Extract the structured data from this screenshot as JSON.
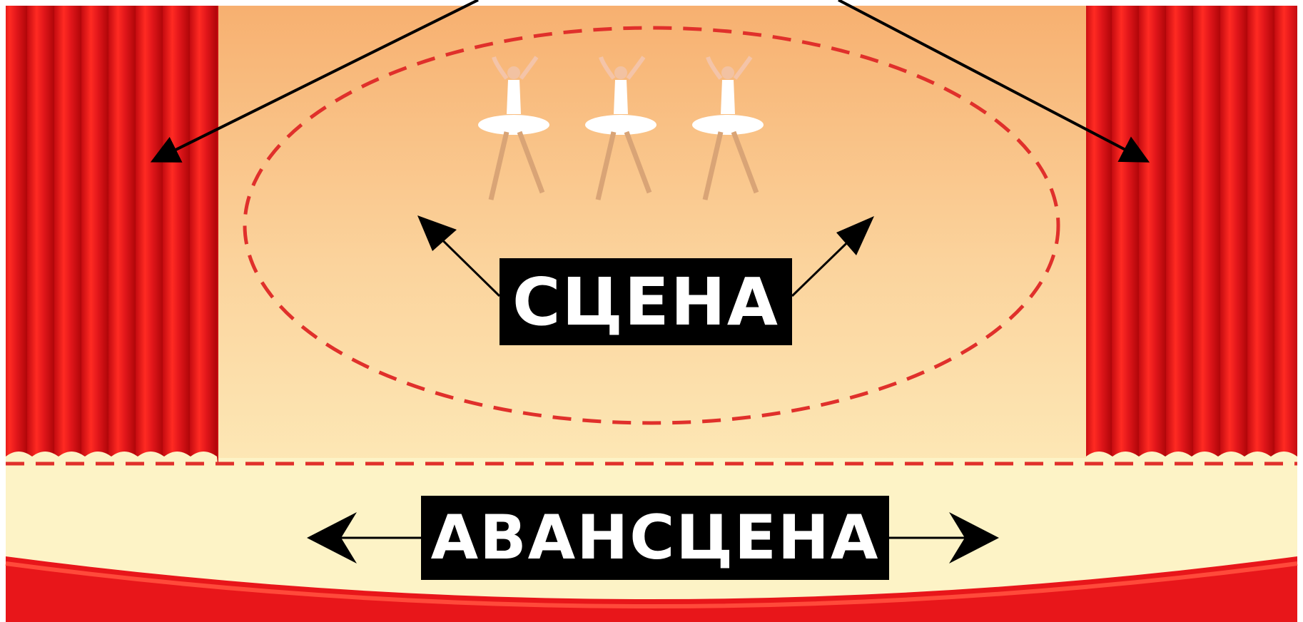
{
  "labels": {
    "stage": "СЦЕНА",
    "proscenium": "АВАНСЦЕНА"
  },
  "colors": {
    "curtain": "#e8161a",
    "curtain_dark": "#b80a0e",
    "stage_floor_top": "#f7b777",
    "stage_floor_bottom": "#fde9b8",
    "proscenium_floor": "#fdf3c6",
    "dashed_line": "#e0302b",
    "arrow": "#000000",
    "label_bg": "#000000",
    "label_text": "#ffffff"
  },
  "dancers": {
    "count": 3,
    "icon": "ballerina-icon"
  }
}
